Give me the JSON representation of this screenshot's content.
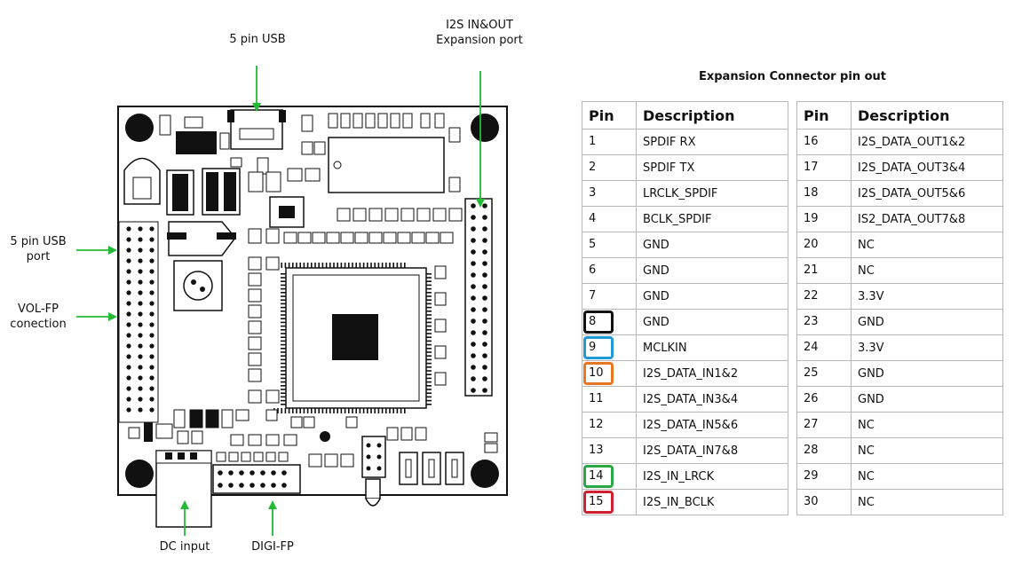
{
  "labels": {
    "usb5": "5 pin USB",
    "i2s_line1": "I2S IN&OUT",
    "i2s_line2": "Expansion port",
    "usb_port_line1": "5 pin USB",
    "usb_port_line2": "port",
    "vol_line1": "VOL-FP",
    "vol_line2": "conection",
    "dc": "DC input",
    "digi": "DIGI-FP"
  },
  "colors": {
    "arrow": "#22bb33",
    "highlight_black": "#111111",
    "highlight_blue": "#1e9ad6",
    "highlight_orange": "#e87722",
    "highlight_green": "#2aa845",
    "highlight_red": "#d02030"
  },
  "table": {
    "title": "Expansion Connector pin out",
    "col_pin": "Pin",
    "col_desc": "Description",
    "left": [
      {
        "pin": "1",
        "desc": "SPDIF RX",
        "hl": ""
      },
      {
        "pin": "2",
        "desc": "SPDIF TX",
        "hl": ""
      },
      {
        "pin": "3",
        "desc": "LRCLK_SPDIF",
        "hl": ""
      },
      {
        "pin": "4",
        "desc": "BCLK_SPDIF",
        "hl": ""
      },
      {
        "pin": "5",
        "desc": "GND",
        "hl": ""
      },
      {
        "pin": "6",
        "desc": "GND",
        "hl": ""
      },
      {
        "pin": "7",
        "desc": "GND",
        "hl": ""
      },
      {
        "pin": "8",
        "desc": "GND",
        "hl": "highlight_black"
      },
      {
        "pin": "9",
        "desc": "MCLKIN",
        "hl": "highlight_blue"
      },
      {
        "pin": "10",
        "desc": "I2S_DATA_IN1&2",
        "hl": "highlight_orange"
      },
      {
        "pin": "11",
        "desc": "I2S_DATA_IN3&4",
        "hl": ""
      },
      {
        "pin": "12",
        "desc": "I2S_DATA_IN5&6",
        "hl": ""
      },
      {
        "pin": "13",
        "desc": "I2S_DATA_IN7&8",
        "hl": ""
      },
      {
        "pin": "14",
        "desc": "I2S_IN_LRCK",
        "hl": "highlight_green"
      },
      {
        "pin": "15",
        "desc": "I2S_IN_BCLK",
        "hl": "highlight_red"
      }
    ],
    "right": [
      {
        "pin": "16",
        "desc": "I2S_DATA_OUT1&2",
        "hl": ""
      },
      {
        "pin": "17",
        "desc": "I2S_DATA_OUT3&4",
        "hl": ""
      },
      {
        "pin": "18",
        "desc": "I2S_DATA_OUT5&6",
        "hl": ""
      },
      {
        "pin": "19",
        "desc": "IS2_DATA_OUT7&8",
        "hl": ""
      },
      {
        "pin": "20",
        "desc": "NC",
        "hl": ""
      },
      {
        "pin": "21",
        "desc": "NC",
        "hl": ""
      },
      {
        "pin": "22",
        "desc": "3.3V",
        "hl": ""
      },
      {
        "pin": "23",
        "desc": "GND",
        "hl": ""
      },
      {
        "pin": "24",
        "desc": "3.3V",
        "hl": ""
      },
      {
        "pin": "25",
        "desc": "GND",
        "hl": ""
      },
      {
        "pin": "26",
        "desc": "GND",
        "hl": ""
      },
      {
        "pin": "27",
        "desc": "NC",
        "hl": ""
      },
      {
        "pin": "28",
        "desc": "NC",
        "hl": ""
      },
      {
        "pin": "29",
        "desc": "NC",
        "hl": ""
      },
      {
        "pin": "30",
        "desc": "NC",
        "hl": ""
      }
    ]
  }
}
